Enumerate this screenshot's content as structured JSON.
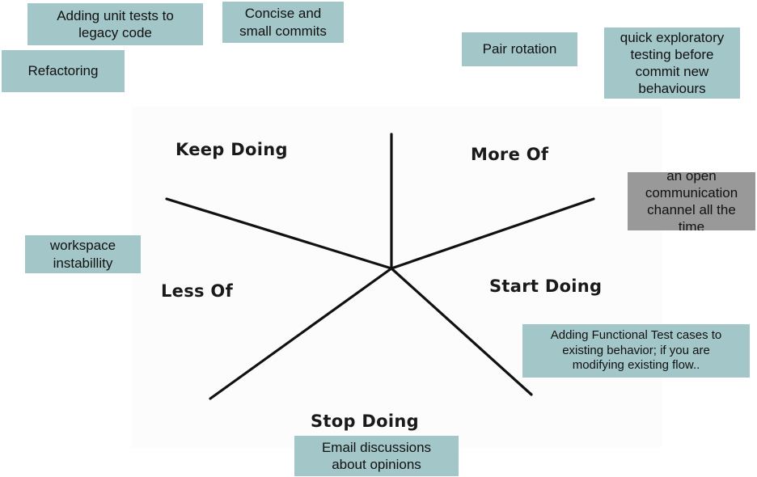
{
  "colors": {
    "note": "#a3c6c8",
    "note_highlight": "#999999",
    "line": "#111111"
  },
  "sections": {
    "keep_doing": "Keep Doing",
    "more_of": "More Of",
    "start_doing": "Start Doing",
    "stop_doing": "Stop Doing",
    "less_of": "Less Of"
  },
  "notes": {
    "unit_tests": "Adding unit tests to\nlegacy code",
    "commits": "Concise and\nsmall commits",
    "refactoring": "Refactoring",
    "pair_rotation": "Pair rotation",
    "exploratory": "quick exploratory\ntesting before\ncommit new\nbehaviours",
    "communication": "an open\ncommunication\nchannel  all the\ntime",
    "workspace": "workspace\ninstabillity",
    "functional_tests": "Adding Functional Test cases to\nexisting behavior; if you are\nmodifying existing flow..",
    "email": "Email discussions\nabout opinions"
  }
}
